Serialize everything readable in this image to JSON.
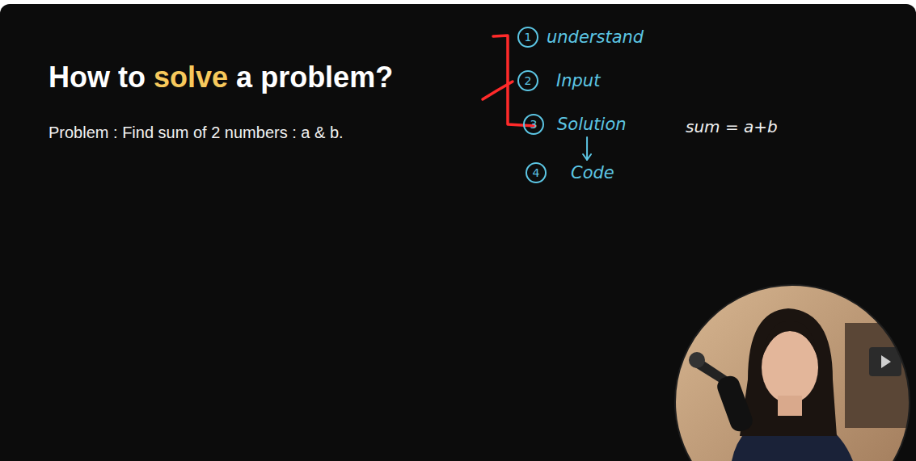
{
  "diagram": {
    "title": "How to solve a problem?",
    "nodes": [
      {
        "text": [
          "1",
          "understand"
        ]
      },
      {
        "text": [
          "2",
          "Input"
        ]
      },
      {
        "text": [
          "3",
          "Solution"
        ]
      },
      {
        "text": [
          "4",
          "Code"
        ]
      }
    ],
    "edges": [
      {
        "from": 2,
        "to": 3,
        "arrow": "to"
      }
    ],
    "labels": [
      "Problem : Find sum of 2 numbers : a & b.",
      "sum = a+b"
    ]
  }
}
